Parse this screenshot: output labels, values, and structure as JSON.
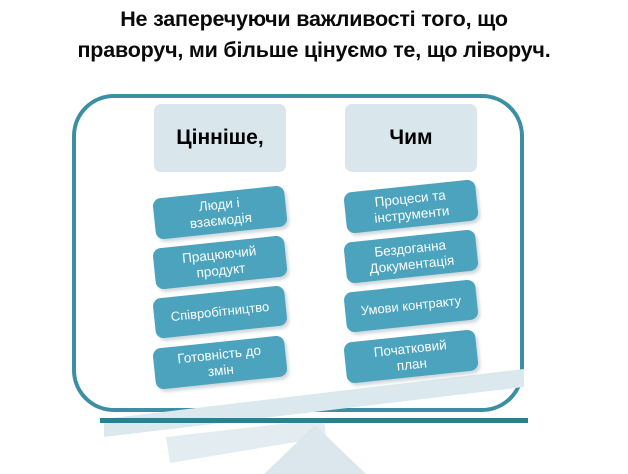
{
  "headline": {
    "line1": "Не заперечуючи важливості того, що",
    "line2": "праворуч, ми більше цінуємо те, що ліворуч."
  },
  "colors": {
    "frame_border": "#3c8fa3",
    "header_box": "#d9e7ed",
    "tile": "#4ba3bd",
    "tile_text": "#ffffff",
    "beam": "#d7e5ea",
    "beam_edge": "#2f7f93",
    "fulcrum": "#dbe7ec",
    "headline_text": "#0a0a0a",
    "background": "#ffffff"
  },
  "columns": [
    {
      "side": "left",
      "header": "Цінніше,",
      "items": [
        "Люди і\nвзаємодія",
        "Працюючий\nпродукт",
        "Співробітництво",
        "Готовність до\nзмін"
      ]
    },
    {
      "side": "right",
      "header": "Чим",
      "items": [
        "Процеси та\nінструменти",
        "Бездоганна\nДокументація",
        "Умови контракту",
        "Початковий\nплан"
      ]
    }
  ],
  "scale": {
    "beam_tilt_note": "left side lower, right side higher",
    "fulcrum_shape": "triangle"
  }
}
